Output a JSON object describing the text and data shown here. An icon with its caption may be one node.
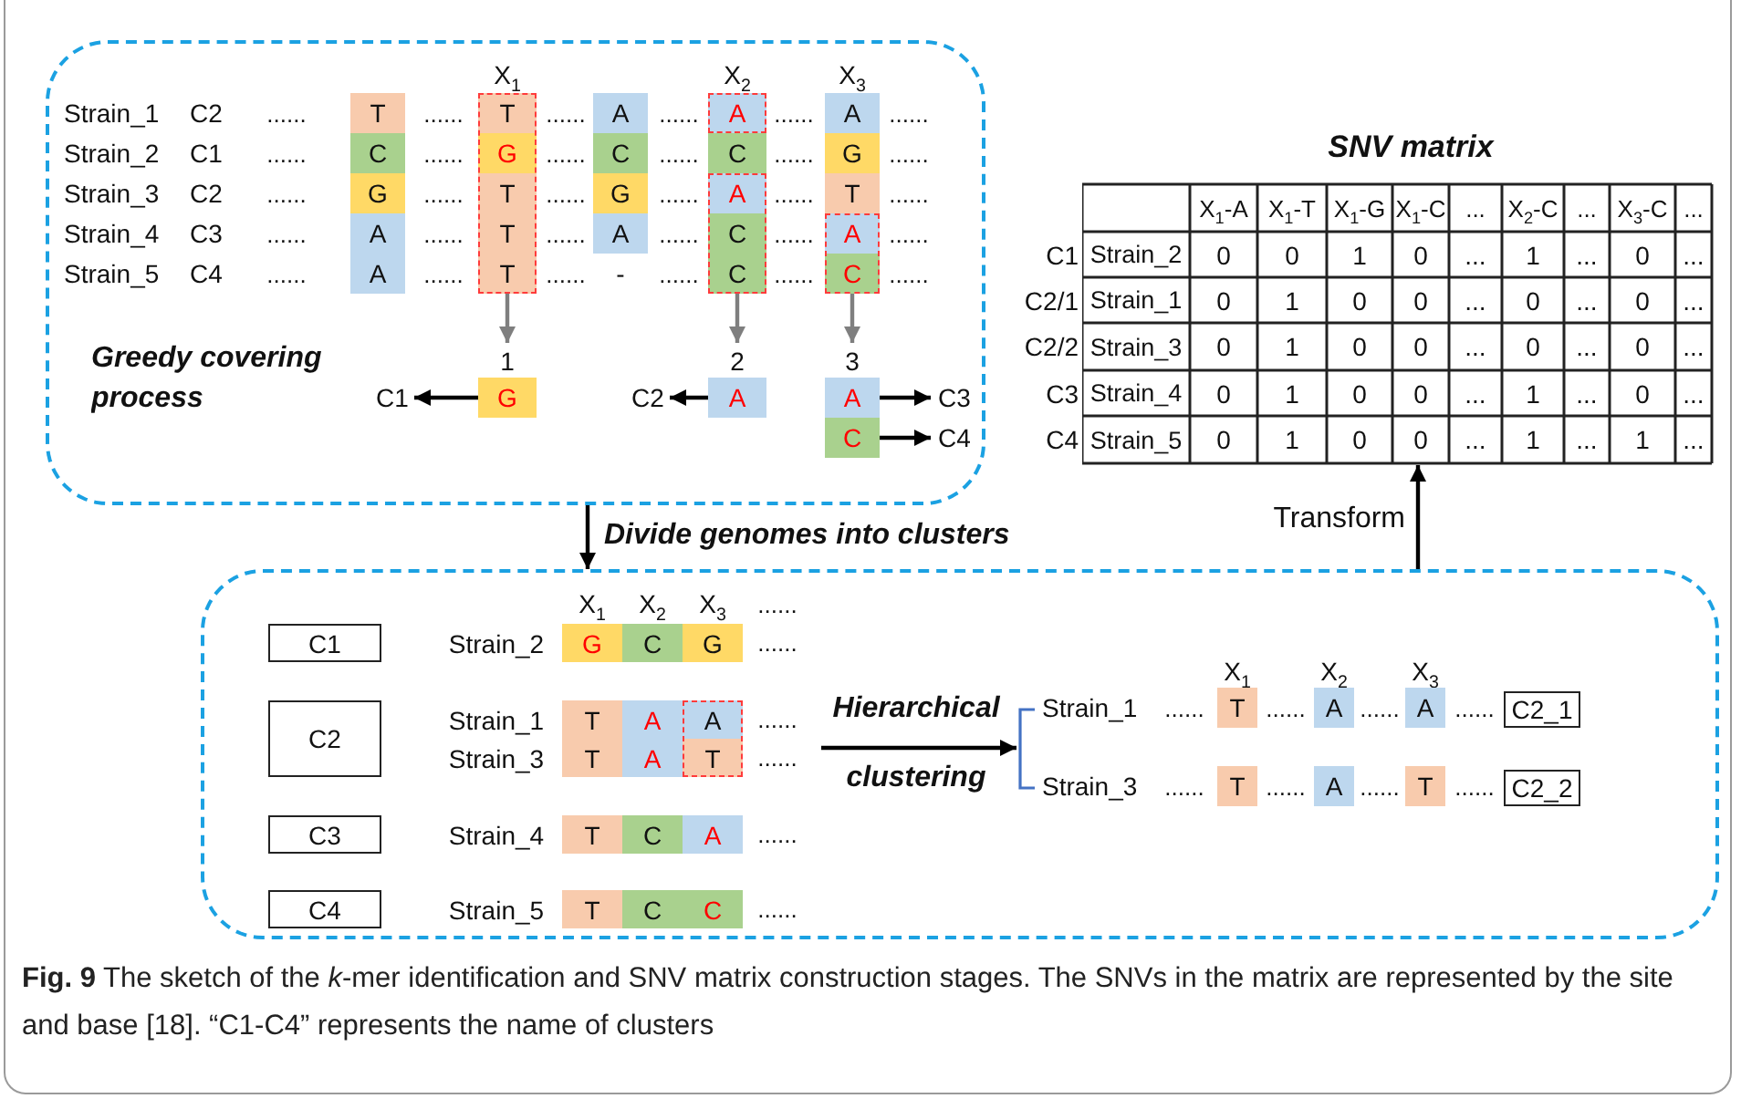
{
  "diagram": {
    "caption": "**Fig. 9** The sketch of the *k*-mer identification and SNV matrix construction stages. The SNVs in the matrix are represented by the site and base [18]. “C1-C4” represents the name of clusters",
    "nodes": [
      {
        "text": [
          "Greedy covering process"
        ]
      },
      {
        "text": [
          "T",
          "G",
          "T",
          "T",
          "T"
        ],
        "in": 0
      },
      {
        "text": [
          "A"
        ],
        "in": 0
      },
      {
        "text": [
          "A",
          "C",
          "C"
        ],
        "in": 0
      },
      {
        "text": [
          "A",
          "C"
        ],
        "in": 0
      },
      {
        "text": [
          "1",
          "G"
        ],
        "in": 0
      },
      {
        "text": [
          "C1"
        ],
        "in": 0
      },
      {
        "text": [
          "2",
          "A"
        ],
        "in": 0
      },
      {
        "text": [
          "C2"
        ],
        "in": 0
      },
      {
        "text": [
          "3",
          "A"
        ],
        "in": 0
      },
      {
        "text": [
          "C"
        ],
        "in": 0
      },
      {
        "text": [
          "C3"
        ],
        "in": 0
      },
      {
        "text": [
          "C4"
        ],
        "in": 0
      },
      {
        "text": [
          "SNV matrix"
        ]
      },
      {
        "text": [],
        "shape": "box"
      },
      {
        "text": [
          "C1"
        ],
        "in": 14
      },
      {
        "text": [
          "C2"
        ],
        "in": 14
      },
      {
        "text": [
          "C3"
        ],
        "in": 14
      },
      {
        "text": [
          "C4"
        ],
        "in": 14
      },
      {
        "text": [
          "A",
          "T"
        ],
        "in": 14
      },
      {
        "text": [],
        "shape": "bracket",
        "in": 14
      },
      {
        "text": [
          "C2_1"
        ],
        "in": 14
      },
      {
        "text": [
          "C2_2"
        ],
        "in": 14
      }
    ],
    "edges": [
      {
        "from": 1,
        "to": 5,
        "arrow": "to",
        "color": "#7f7f7f"
      },
      {
        "from": 3,
        "to": 7,
        "arrow": "to",
        "color": "#7f7f7f"
      },
      {
        "from": 4,
        "to": 9,
        "arrow": "to",
        "color": "#7f7f7f"
      },
      {
        "from": 5,
        "to": 6,
        "arrow": "to"
      },
      {
        "from": 7,
        "to": 8,
        "arrow": "to"
      },
      {
        "from": 9,
        "to": 11,
        "arrow": "to"
      },
      {
        "from": 10,
        "to": 12,
        "arrow": "to"
      },
      {
        "from": 0,
        "to": 14,
        "arrow": "to",
        "label": "Divide genomes into clusters"
      },
      {
        "from": 14,
        "to": 13,
        "arrow": "to",
        "label": "Transform"
      },
      {
        "from": null,
        "to": 20,
        "arrow": "to",
        "label": "Hierarchical clustering"
      }
    ],
    "labels": [
      "X$_{1}$",
      "X$_{2}$",
      "X$_{3}$",
      "Strain_1",
      "C2",
      "......",
      "T",
      "......",
      "......",
      "A",
      "......",
      "......",
      "A",
      "......",
      "Strain_2",
      "C1",
      "......",
      "C",
      "......",
      "......",
      "C",
      "......",
      "C",
      "......",
      "G",
      "......",
      "Strain_3",
      "C2",
      "......",
      "G",
      "......",
      "......",
      "G",
      "......",
      "......",
      "T",
      "......",
      "Strain_4",
      "C3",
      "......",
      "A",
      "......",
      "......",
      "A",
      "......",
      "......",
      "......",
      "Strain_5",
      "C4",
      "......",
      "A",
      "......",
      "......",
      "-",
      "......",
      "......",
      "......",
      "X$_{1}$-A",
      "X$_{1}$-T",
      "X$_{1}$-G",
      "X$_{1}$-C",
      "...",
      "X$_{2}$-C",
      "...",
      "X$_{3}$-C",
      "...",
      "C1",
      "Strain_2",
      "0",
      "0",
      "1",
      "0",
      "...",
      "1",
      "...",
      "0",
      "...",
      "C2/1",
      "Strain_1",
      "0",
      "1",
      "0",
      "0",
      "...",
      "0",
      "...",
      "0",
      "...",
      "C2/2",
      "Strain_3",
      "0",
      "1",
      "0",
      "0",
      "...",
      "0",
      "...",
      "0",
      "...",
      "C3",
      "Strain_4",
      "0",
      "1",
      "0",
      "0",
      "...",
      "1",
      "...",
      "0",
      "...",
      "C4",
      "Strain_5",
      "0",
      "1",
      "0",
      "0",
      "...",
      "1",
      "...",
      "1",
      "...",
      "X$_{1}$",
      "X$_{2}$",
      "X$_{3}$",
      "......",
      "Strain_2",
      "G",
      "C",
      "G",
      "......",
      "Strain_1",
      "T",
      "A",
      "......",
      "Strain_3",
      "T",
      "A",
      "......",
      "Strain_4",
      "T",
      "C",
      "A",
      "......",
      "Strain_5",
      "T",
      "C",
      "C",
      "......",
      "X$_{1}$",
      "X$_{2}$",
      "X$_{3}$",
      "Strain_1",
      "......",
      "T",
      "......",
      "A",
      "......",
      "A",
      "......",
      "Strain_3",
      "......",
      "T",
      "......",
      "A",
      "......",
      "T",
      "......"
    ]
  }
}
